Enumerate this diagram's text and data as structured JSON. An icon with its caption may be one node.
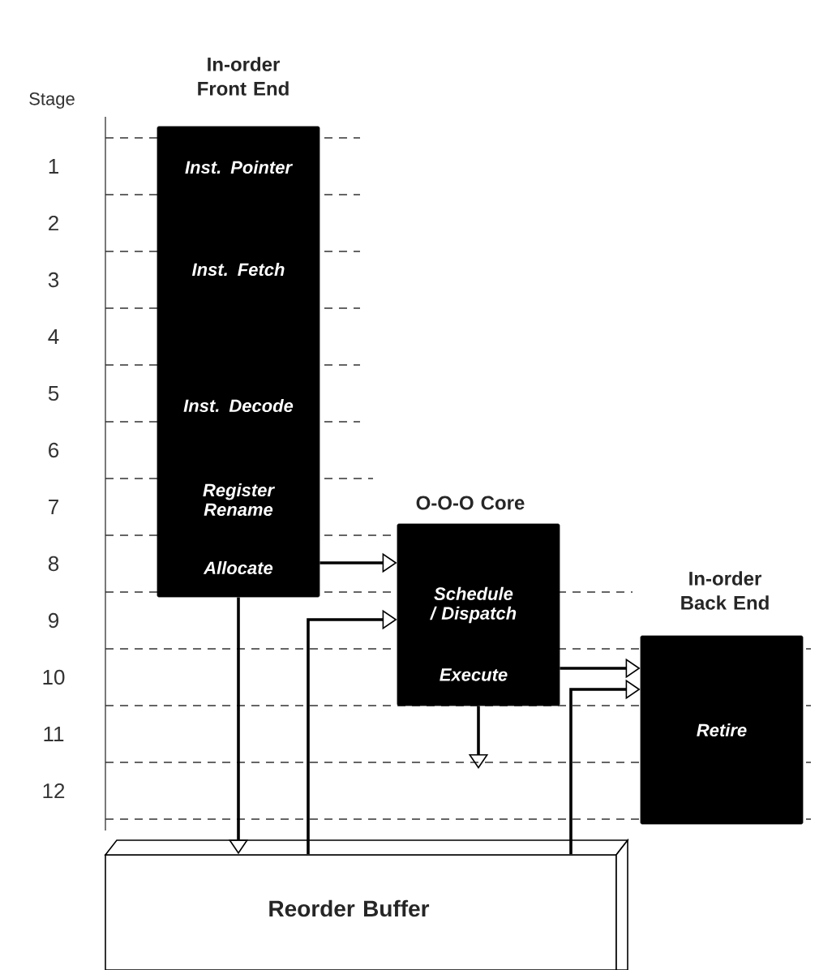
{
  "diagram": {
    "nodes": [
      {
        "text": [
          "In-order Front End",
          "Inst. Pointer",
          "Inst. Fetch",
          "Inst. Decode",
          "Register Rename",
          "Allocate"
        ]
      },
      {
        "text": [
          "O-O-O Core",
          "Schedule / Dispatch",
          "Execute"
        ]
      },
      {
        "text": [
          "In-order Back End",
          "Retire"
        ]
      },
      {
        "text": [
          "Reorder Buffer"
        ]
      }
    ],
    "edges": [
      {
        "from": 0,
        "to": 1,
        "arrow": "to"
      },
      {
        "from": 0,
        "to": 3,
        "arrow": "to"
      },
      {
        "from": 3,
        "to": 1,
        "arrow": "to"
      },
      {
        "from": 1,
        "to": 2,
        "arrow": "to"
      },
      {
        "from": 3,
        "to": 2,
        "arrow": "to"
      },
      {
        "from": 1,
        "to": null,
        "arrow": "to"
      }
    ],
    "labels": [
      "Stage",
      "1",
      "2",
      "3",
      "4",
      "5",
      "6",
      "7",
      "8",
      "9",
      "10",
      "11",
      "12"
    ]
  }
}
